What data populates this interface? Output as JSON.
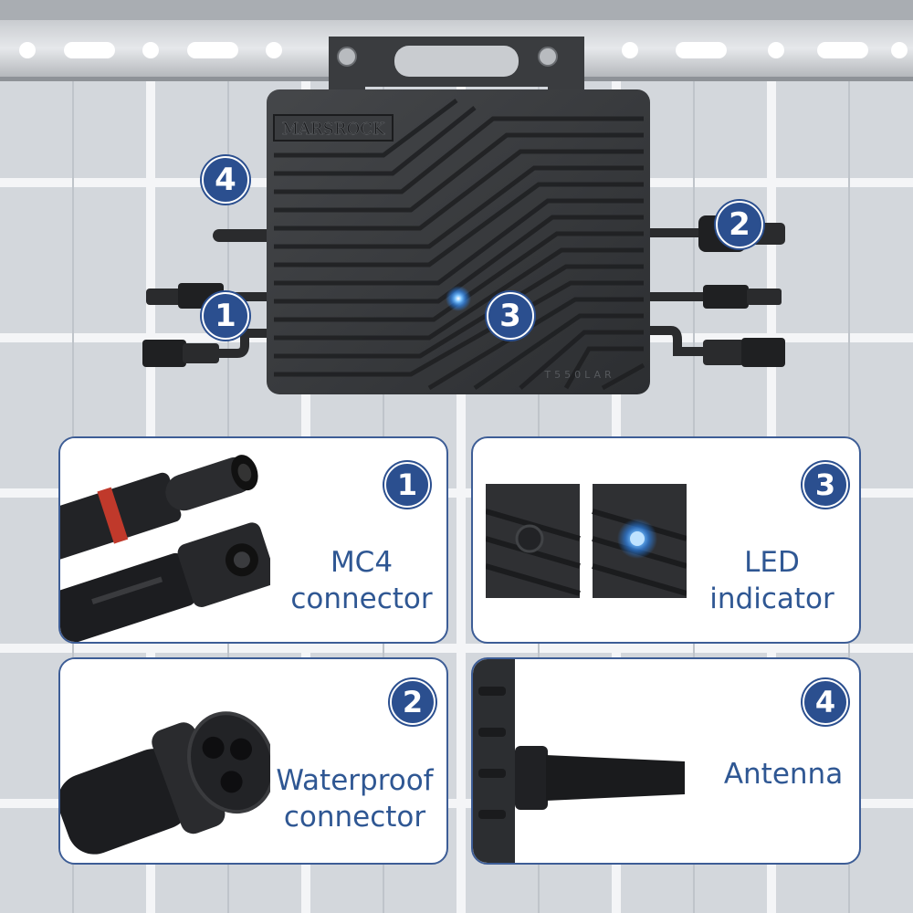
{
  "device": {
    "brand": "MARSROCK",
    "model_mark": "T550LAR",
    "colors": {
      "led": "#3aa0ff",
      "body": "#3b3d40",
      "accent": "#2b4f8f",
      "label_text": "#2f5793"
    }
  },
  "callouts": [
    {
      "number": "1",
      "target": "MC4 connector"
    },
    {
      "number": "2",
      "target": "Waterproof connector"
    },
    {
      "number": "3",
      "target": "LED indicator"
    },
    {
      "number": "4",
      "target": "Antenna"
    }
  ],
  "cards": [
    {
      "number": "1",
      "label": "MC4\nconnector",
      "icon": "mc4-connector-icon"
    },
    {
      "number": "3",
      "label": "LED\nindicator",
      "icon": "led-indicator-icon"
    },
    {
      "number": "2",
      "label": "Waterproof\nconnector",
      "icon": "waterproof-connector-icon"
    },
    {
      "number": "4",
      "label": "Antenna",
      "icon": "antenna-icon"
    }
  ]
}
